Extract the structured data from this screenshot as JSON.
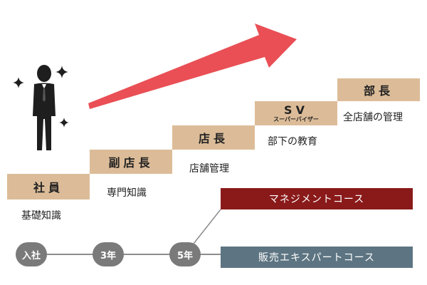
{
  "steps": [
    {
      "title": "社員",
      "description": "基礎知識"
    },
    {
      "title": "副店長",
      "description": "専門知識"
    },
    {
      "title": "店長",
      "description": "店舗管理"
    },
    {
      "title": "SV",
      "subtitle": "スーパーバイザー",
      "description": "部下の教育"
    },
    {
      "title": "部長",
      "description": "全店舗の管理"
    }
  ],
  "timeline": {
    "nodes": [
      "入社",
      "3年",
      "5年"
    ]
  },
  "courses": {
    "management": "マネジメントコース",
    "specialist": "販売エキスパートコース"
  },
  "colors": {
    "step_fill": "#dcbc98",
    "arrow": "#e94f55",
    "management": "#8a1a1a",
    "specialist": "#5d7582",
    "timeline": "#7a7a7a",
    "figure": "#1e1e1e"
  },
  "icons": [
    "person-figure",
    "sparkle-icon"
  ]
}
